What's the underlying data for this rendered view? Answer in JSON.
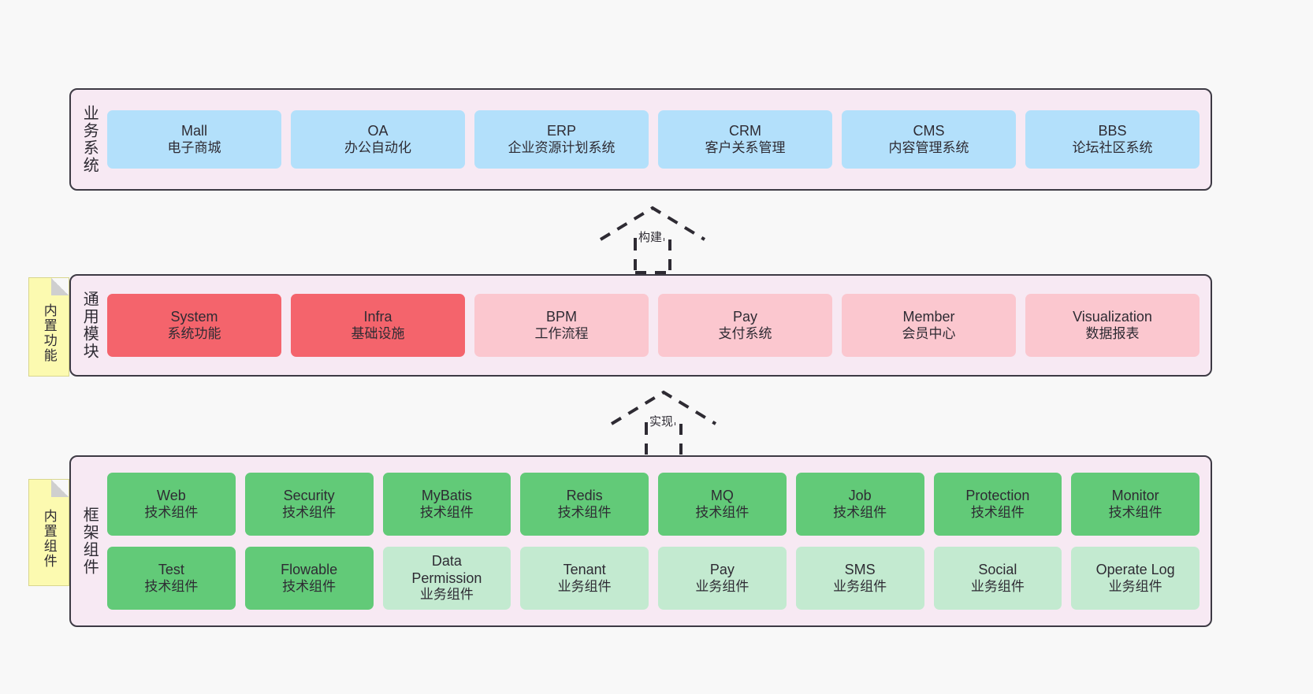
{
  "diagram": {
    "background_color": "#f8f8f8",
    "layer_fill": "#f7e9f3",
    "layer_border": "#3d3a44",
    "note_color": "#fcfab0"
  },
  "layers": [
    {
      "id": "business-system",
      "title": "业务系统",
      "note": null,
      "rows": [
        {
          "cards": [
            {
              "en": "Mall",
              "cn": "电子商城",
              "color": "#b3e0fb",
              "style": "blue"
            },
            {
              "en": "OA",
              "cn": "办公自动化",
              "color": "#b3e0fb",
              "style": "blue"
            },
            {
              "en": "ERP",
              "cn": "企业资源计划系统",
              "color": "#b3e0fb",
              "style": "blue"
            },
            {
              "en": "CRM",
              "cn": "客户关系管理",
              "color": "#b3e0fb",
              "style": "blue"
            },
            {
              "en": "CMS",
              "cn": "内容管理系统",
              "color": "#b3e0fb",
              "style": "blue"
            },
            {
              "en": "BBS",
              "cn": "论坛社区系统",
              "color": "#b3e0fb",
              "style": "blue"
            }
          ]
        }
      ]
    },
    {
      "id": "common-module",
      "title": "通用模块",
      "note": "内置功能",
      "rows": [
        {
          "cards": [
            {
              "en": "System",
              "cn": "系统功能",
              "color": "#f4646c",
              "style": "red-strong"
            },
            {
              "en": "Infra",
              "cn": "基础设施",
              "color": "#f4646c",
              "style": "red-strong"
            },
            {
              "en": "BPM",
              "cn": "工作流程",
              "color": "#fbc7cf",
              "style": "red-soft"
            },
            {
              "en": "Pay",
              "cn": "支付系统",
              "color": "#fbc7cf",
              "style": "red-soft"
            },
            {
              "en": "Member",
              "cn": "会员中心",
              "color": "#fbc7cf",
              "style": "red-soft"
            },
            {
              "en": "Visualization",
              "cn": "数据报表",
              "color": "#fbc7cf",
              "style": "red-soft"
            }
          ]
        }
      ]
    },
    {
      "id": "framework-component",
      "title": "框架组件",
      "note": "内置组件",
      "rows": [
        {
          "cards": [
            {
              "en": "Web",
              "cn": "技术组件",
              "color": "#62ca78",
              "style": "green-strong"
            },
            {
              "en": "Security",
              "cn": "技术组件",
              "color": "#62ca78",
              "style": "green-strong"
            },
            {
              "en": "MyBatis",
              "cn": "技术组件",
              "color": "#62ca78",
              "style": "green-strong"
            },
            {
              "en": "Redis",
              "cn": "技术组件",
              "color": "#62ca78",
              "style": "green-strong"
            },
            {
              "en": "MQ",
              "cn": "技术组件",
              "color": "#62ca78",
              "style": "green-strong"
            },
            {
              "en": "Job",
              "cn": "技术组件",
              "color": "#62ca78",
              "style": "green-strong"
            },
            {
              "en": "Protection",
              "cn": "技术组件",
              "color": "#62ca78",
              "style": "green-strong"
            },
            {
              "en": "Monitor",
              "cn": "技术组件",
              "color": "#62ca78",
              "style": "green-strong"
            }
          ]
        },
        {
          "cards": [
            {
              "en": "Test",
              "cn": "技术组件",
              "color": "#62ca78",
              "style": "green-strong"
            },
            {
              "en": "Flowable",
              "cn": "技术组件",
              "color": "#62ca78",
              "style": "green-strong"
            },
            {
              "en": "Data Permission",
              "cn": "业务组件",
              "color": "#c3ead0",
              "style": "green-soft"
            },
            {
              "en": "Tenant",
              "cn": "业务组件",
              "color": "#c3ead0",
              "style": "green-soft"
            },
            {
              "en": "Pay",
              "cn": "业务组件",
              "color": "#c3ead0",
              "style": "green-soft"
            },
            {
              "en": "SMS",
              "cn": "业务组件",
              "color": "#c3ead0",
              "style": "green-soft"
            },
            {
              "en": "Social",
              "cn": "业务组件",
              "color": "#c3ead0",
              "style": "green-soft"
            },
            {
              "en": "Operate Log",
              "cn": "业务组件",
              "color": "#c3ead0",
              "style": "green-soft"
            }
          ]
        }
      ]
    }
  ],
  "connectors": [
    {
      "id": "build",
      "label": "构建",
      "from": "common-module",
      "to": "business-system"
    },
    {
      "id": "implement",
      "label": "实现",
      "from": "framework-component",
      "to": "common-module"
    }
  ]
}
